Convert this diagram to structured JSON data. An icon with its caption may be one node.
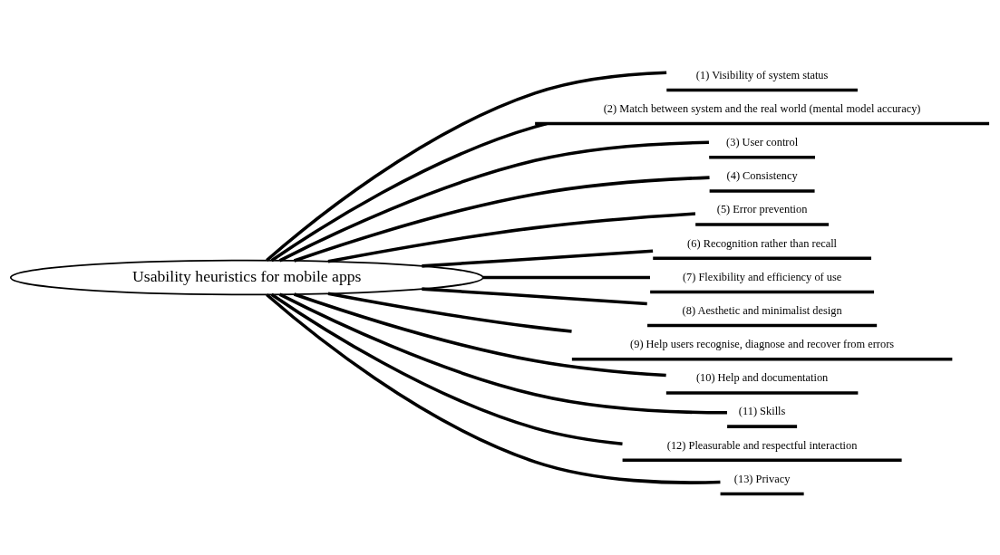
{
  "diagram": {
    "nodes": [
      {
        "text": [
          "Usability heuristics for mobile apps"
        ]
      },
      {
        "text": [
          "(1) Visibility of system status"
        ]
      },
      {
        "text": [
          "(2) Match between system and the real world (mental model accuracy)"
        ]
      },
      {
        "text": [
          "(3) User control"
        ]
      },
      {
        "text": [
          "(4) Consistency"
        ]
      },
      {
        "text": [
          "(5) Error prevention"
        ]
      },
      {
        "text": [
          "(6) Recognition rather than recall"
        ]
      },
      {
        "text": [
          "(7) Flexibility and efficiency of use"
        ]
      },
      {
        "text": [
          "(8) Aesthetic and minimalist design"
        ]
      },
      {
        "text": [
          "(9) Help users recognise, diagnose and recover from errors"
        ]
      },
      {
        "text": [
          "(10) Help and documentation"
        ]
      },
      {
        "text": [
          "(11) Skills"
        ]
      },
      {
        "text": [
          "(12) Pleasurable and respectful interaction"
        ]
      },
      {
        "text": [
          "(13) Privacy"
        ]
      }
    ],
    "edges": [
      {
        "from": 0,
        "to": 1,
        "arrow": "none"
      },
      {
        "from": 0,
        "to": 2,
        "arrow": "none"
      },
      {
        "from": 0,
        "to": 3,
        "arrow": "none"
      },
      {
        "from": 0,
        "to": 4,
        "arrow": "none"
      },
      {
        "from": 0,
        "to": 5,
        "arrow": "none"
      },
      {
        "from": 0,
        "to": 6,
        "arrow": "none"
      },
      {
        "from": 0,
        "to": 7,
        "arrow": "none"
      },
      {
        "from": 0,
        "to": 8,
        "arrow": "none"
      },
      {
        "from": 0,
        "to": 9,
        "arrow": "none"
      },
      {
        "from": 0,
        "to": 10,
        "arrow": "none"
      },
      {
        "from": 0,
        "to": 11,
        "arrow": "none"
      },
      {
        "from": 0,
        "to": 12,
        "arrow": "none"
      },
      {
        "from": 0,
        "to": 13,
        "arrow": "none"
      }
    ]
  }
}
